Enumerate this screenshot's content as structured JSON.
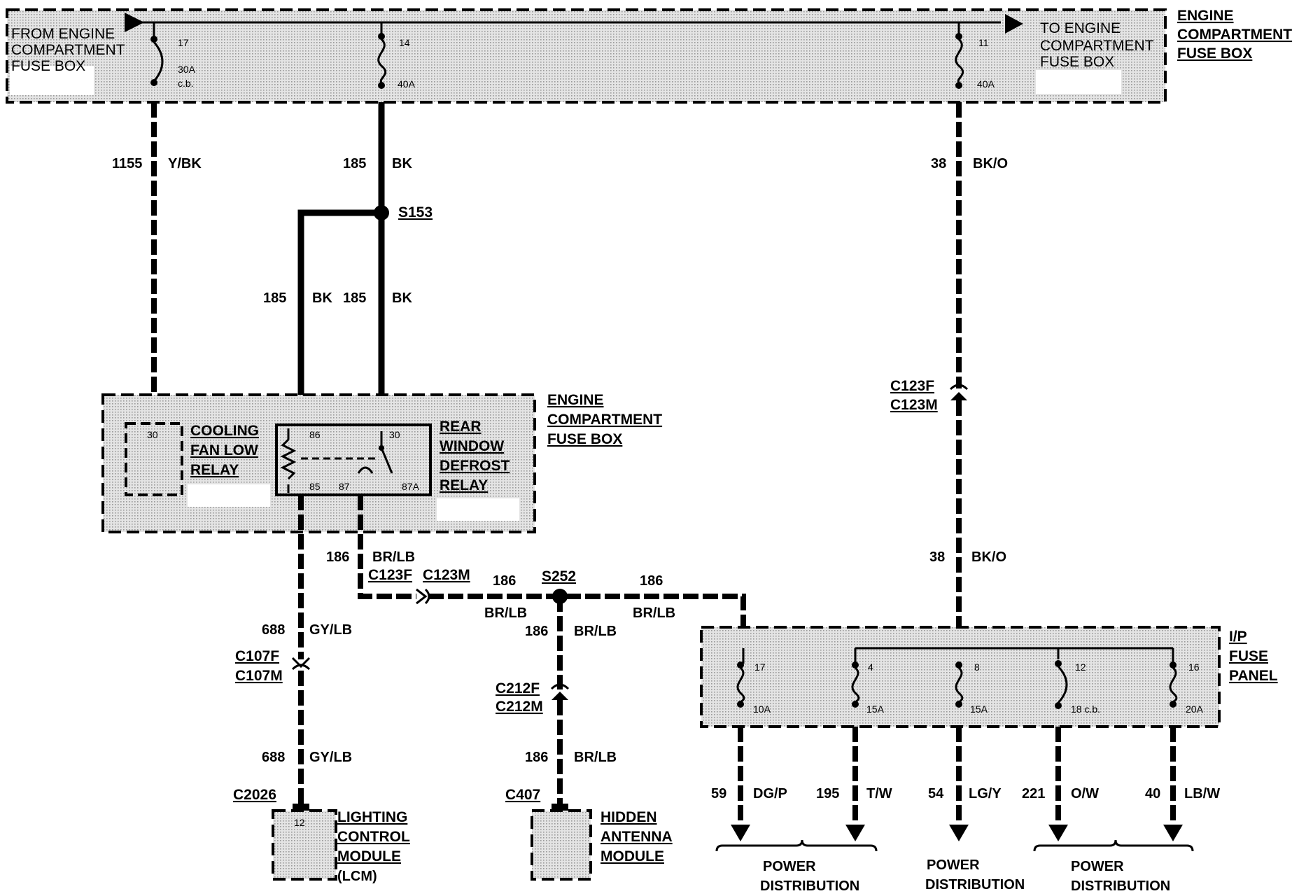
{
  "top_bus": {
    "from_label": [
      "FROM ENGINE",
      "COMPARTMENT",
      "FUSE BOX"
    ],
    "to_label": [
      "TO ENGINE",
      "COMPARTMENT",
      "FUSE BOX"
    ],
    "box_label": [
      "ENGINE",
      "COMPARTMENT",
      "FUSE BOX"
    ],
    "fuses": [
      {
        "num": "17",
        "rating": "30A",
        "note": "c.b."
      },
      {
        "num": "14",
        "rating": "40A"
      },
      {
        "num": "11",
        "rating": "40A"
      }
    ]
  },
  "wires": {
    "w1155": {
      "circuit": "1155",
      "color": "Y/BK"
    },
    "w185a": {
      "circuit": "185",
      "color": "BK"
    },
    "w185b": {
      "circuit": "185",
      "color": "BK"
    },
    "w185c": {
      "circuit": "185",
      "color": "BK"
    },
    "w38a": {
      "circuit": "38",
      "color": "BK/O"
    },
    "w38b": {
      "circuit": "38",
      "color": "BK/O"
    },
    "w186a": {
      "circuit": "186",
      "color": "BR/LB"
    },
    "w186b": {
      "circuit": "186",
      "color": "BR/LB"
    },
    "w186c": {
      "circuit": "186",
      "color": "BR/LB"
    },
    "w186d": {
      "circuit": "186",
      "color": "BR/LB"
    },
    "w186e": {
      "circuit": "186",
      "color": "BR/LB"
    },
    "w688a": {
      "circuit": "688",
      "color": "GY/LB"
    },
    "w688b": {
      "circuit": "688",
      "color": "GY/LB"
    }
  },
  "splices": {
    "s153": "S153",
    "s252": "S252"
  },
  "connectors": {
    "c123_top": [
      "C123F",
      "C123M"
    ],
    "c123_h1": "C123F",
    "c123_h2": "C123M",
    "c107": [
      "C107F",
      "C107M"
    ],
    "c212": [
      "C212F",
      "C212M"
    ],
    "c2026": "C2026",
    "c407": "C407"
  },
  "relay_box": {
    "label": [
      "ENGINE",
      "COMPARTMENT",
      "FUSE BOX"
    ],
    "cooling_relay": {
      "label": [
        "COOLING",
        "FAN LOW",
        "RELAY"
      ],
      "pin": "30"
    },
    "defrost_relay": {
      "label": [
        "REAR",
        "WINDOW",
        "DEFROST",
        "RELAY"
      ],
      "pins": [
        "86",
        "30",
        "85",
        "87",
        "87A"
      ]
    }
  },
  "modules": {
    "lcm": {
      "label": [
        "LIGHTING",
        "CONTROL",
        "MODULE",
        "(LCM)"
      ],
      "pin": "12"
    },
    "ham": {
      "label": [
        "HIDDEN",
        "ANTENNA",
        "MODULE"
      ]
    }
  },
  "ip_panel": {
    "label": [
      "I/P",
      "FUSE",
      "PANEL"
    ],
    "fuses": [
      {
        "num": "17",
        "rating": "10A"
      },
      {
        "num": "4",
        "rating": "15A"
      },
      {
        "num": "8",
        "rating": "15A"
      },
      {
        "num": "12",
        "rating": "18 c.b."
      },
      {
        "num": "16",
        "rating": "20A"
      }
    ],
    "outputs": [
      {
        "circuit": "59",
        "color": "DG/P"
      },
      {
        "circuit": "195",
        "color": "T/W"
      },
      {
        "circuit": "54",
        "color": "LG/Y"
      },
      {
        "circuit": "221",
        "color": "O/W"
      },
      {
        "circuit": "40",
        "color": "LB/W"
      }
    ]
  },
  "power_distribution": [
    [
      "POWER",
      "DISTRIBUTION"
    ],
    [
      "POWER",
      "DISTRIBUTION"
    ],
    [
      "POWER",
      "DISTRIBUTION"
    ]
  ]
}
